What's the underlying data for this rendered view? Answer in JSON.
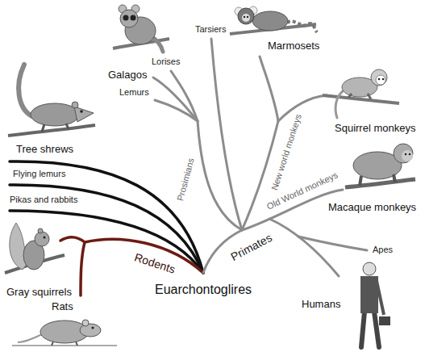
{
  "diagram": {
    "labels": [
      "Galagos",
      "Lorises",
      "Tarsiers",
      "Marmosets",
      "Lemurs",
      "Squirrel monkeys",
      "Tree shrews",
      "New world monkeys",
      "Prosimians",
      "Flying lemurs",
      "Old World monkeys",
      "Pikas and rabbits",
      "Macaque monkeys",
      "Rodents",
      "Primates",
      "Apes",
      "Gray squirrels",
      "Euarchontoglires",
      "Rats",
      "Humans"
    ]
  }
}
